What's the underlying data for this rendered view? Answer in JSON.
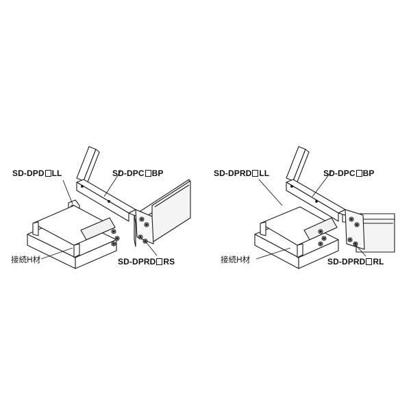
{
  "diagrams": [
    {
      "labels": {
        "top_left": {
          "prefix": "SD-DPD",
          "suffix": "LL"
        },
        "top_right": {
          "prefix": "SD-DPC",
          "suffix": "BP"
        },
        "bottom": {
          "prefix": "SD-DPRD",
          "suffix": "RS"
        },
        "member": "接続H材"
      }
    },
    {
      "labels": {
        "top_left": {
          "prefix": "SD-DPRD",
          "suffix": "LL"
        },
        "top_right": {
          "prefix": "SD-DPC",
          "suffix": "BP"
        },
        "bottom": {
          "prefix": "SD-DPRD",
          "suffix": "RL"
        },
        "member": "接続H材"
      }
    }
  ],
  "colors": {
    "line": "#1a1a1a",
    "fill": "#ffffff",
    "shade": "#e6e6e6"
  }
}
